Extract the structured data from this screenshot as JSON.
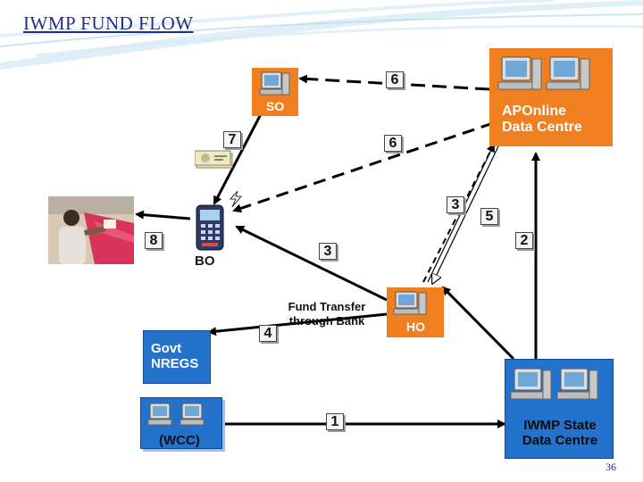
{
  "title": "IWMP FUND FLOW",
  "page_number": "36",
  "nodes": {
    "so": "SO",
    "aponline": "APOnline\nData Centre",
    "bo": "BO",
    "ho": "HO",
    "govt": "Govt\nNREGS",
    "wcc": "(WCC)",
    "iwmp": "IWMP State\nData Centre"
  },
  "flow_labels": {
    "n6a": "6",
    "n6b": "6",
    "n7": "7",
    "n3a": "3",
    "n3b": "3",
    "n5": "5",
    "n8": "8",
    "n2": "2",
    "n4": "4",
    "n1": "1"
  },
  "fund_transfer_caption": "Fund Transfer\nthrough Bank",
  "colors": {
    "title": "#1f2f86",
    "orange_node": "#f07f1f",
    "blue_node": "#2372cc",
    "arrow": "#000000"
  },
  "icons": [
    "computer-icon",
    "cash-notes-icon",
    "card-terminal-icon",
    "lightning-icon",
    "beneficiary-photo"
  ]
}
